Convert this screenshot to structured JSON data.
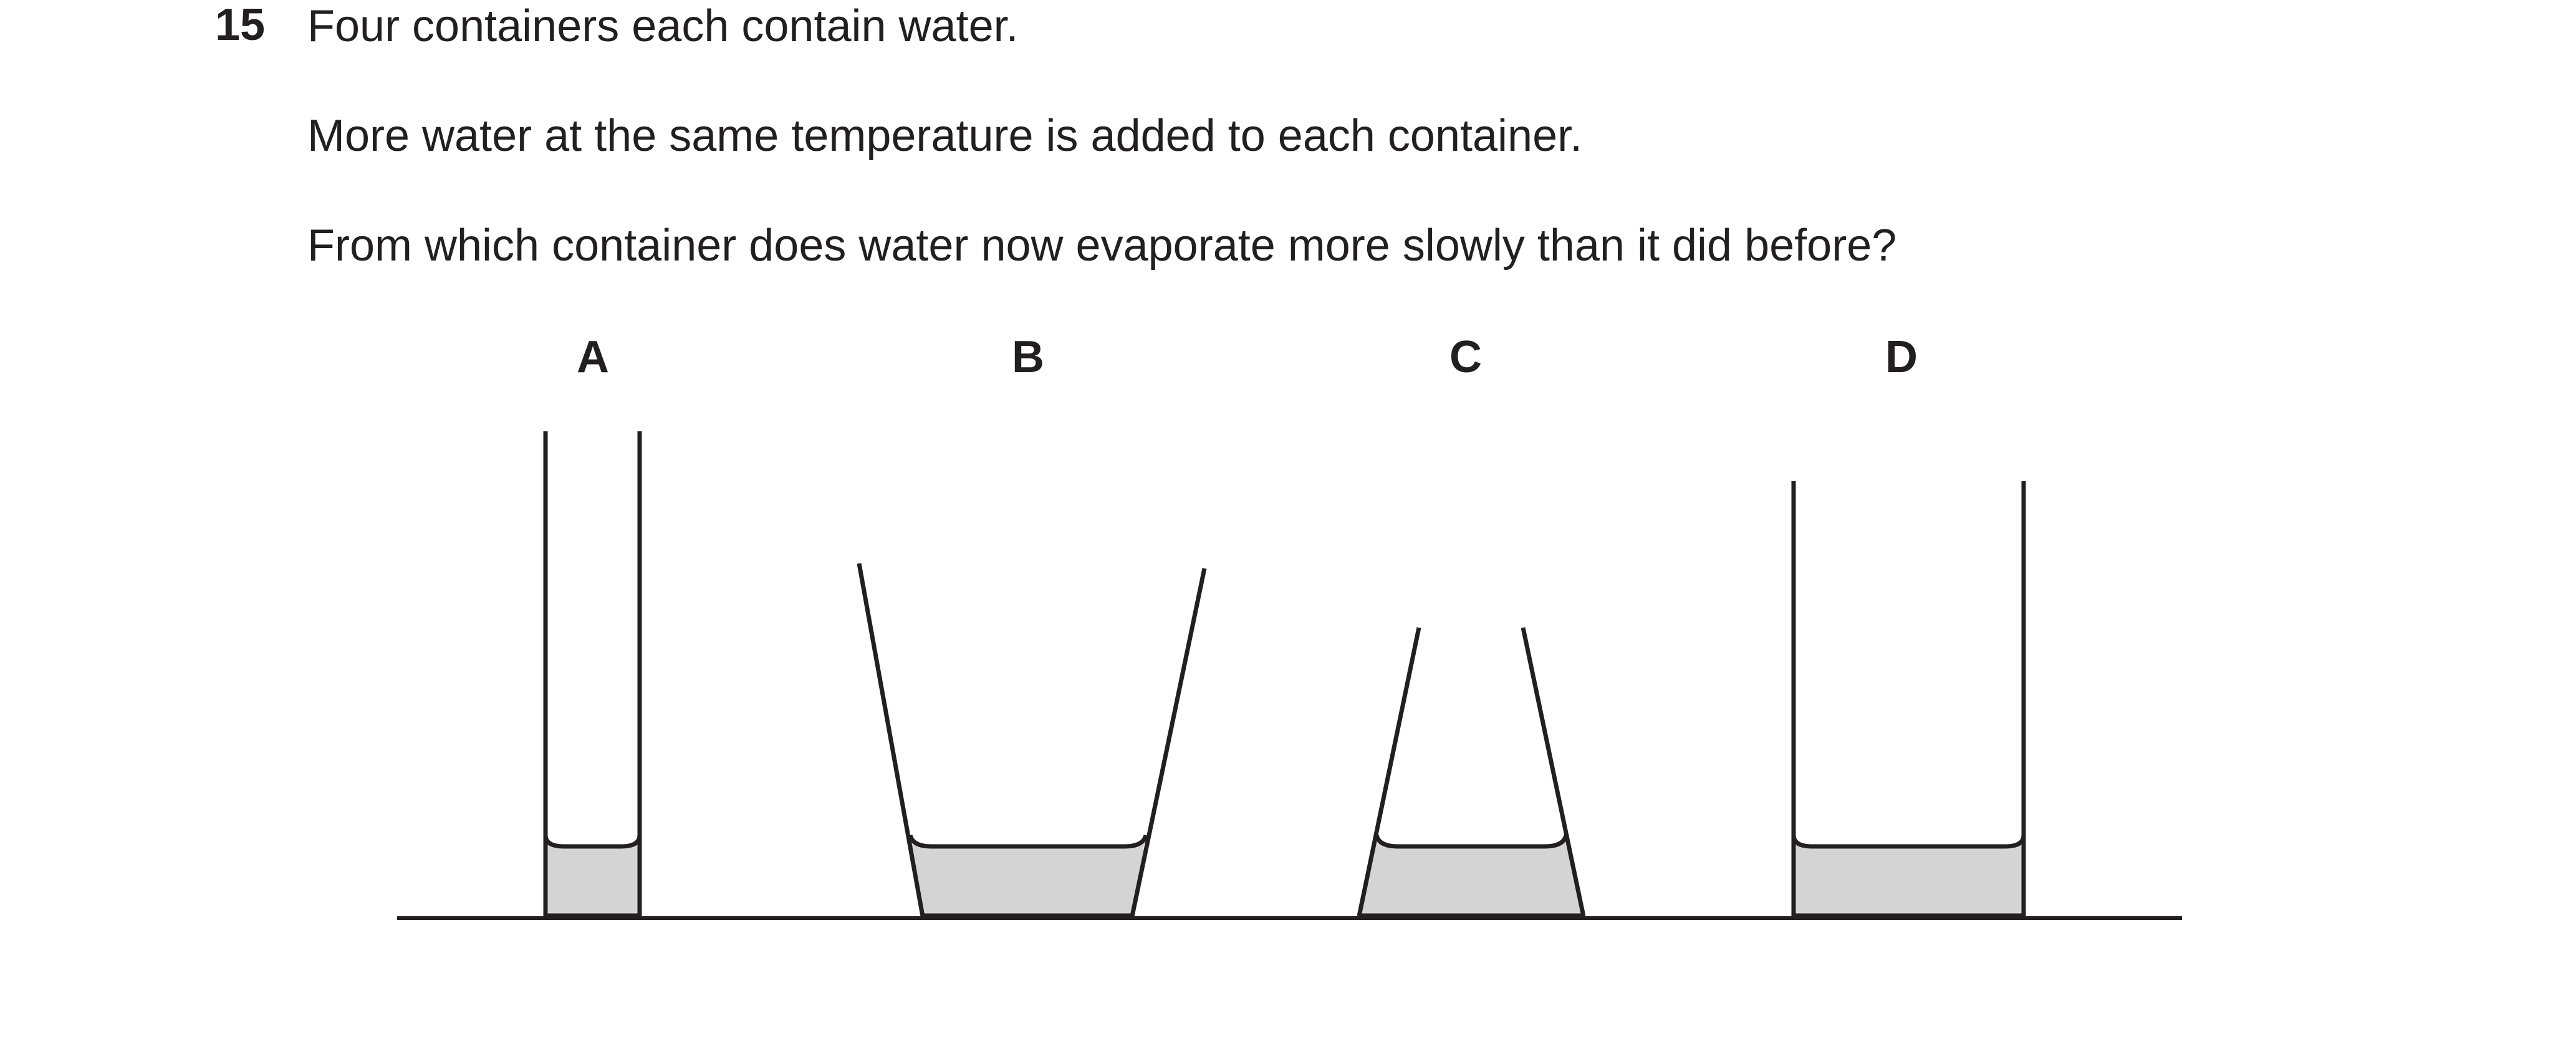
{
  "question": {
    "number": "15",
    "lines": [
      "Four containers each contain water.",
      "More water at the same temperature is added to each container.",
      "From which container does water now evaporate more slowly than it did before?"
    ]
  },
  "options": [
    "A",
    "B",
    "C",
    "D"
  ],
  "colors": {
    "ink": "#231f20",
    "water": "#d4d4d4"
  }
}
